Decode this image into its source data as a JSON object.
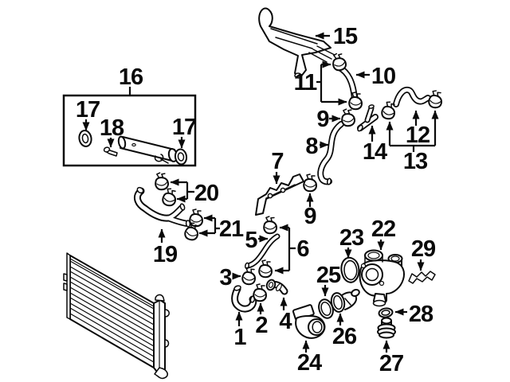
{
  "figure": {
    "kind": "exploded-parts-diagram",
    "ink": "#0a0a0a",
    "background": "#ffffff"
  },
  "callouts": [
    {
      "id": "15",
      "label": "15"
    },
    {
      "id": "16",
      "label": "16"
    },
    {
      "id": "17-left",
      "label": "17"
    },
    {
      "id": "18",
      "label": "18"
    },
    {
      "id": "17-right",
      "label": "17"
    },
    {
      "id": "11",
      "label": "11"
    },
    {
      "id": "10",
      "label": "10"
    },
    {
      "id": "9-upper",
      "label": "9"
    },
    {
      "id": "8",
      "label": "8"
    },
    {
      "id": "14",
      "label": "14"
    },
    {
      "id": "12",
      "label": "12"
    },
    {
      "id": "13",
      "label": "13"
    },
    {
      "id": "7",
      "label": "7"
    },
    {
      "id": "20",
      "label": "20"
    },
    {
      "id": "21",
      "label": "21"
    },
    {
      "id": "19",
      "label": "19"
    },
    {
      "id": "9-lower",
      "label": "9"
    },
    {
      "id": "5",
      "label": "5"
    },
    {
      "id": "6",
      "label": "6"
    },
    {
      "id": "3",
      "label": "3"
    },
    {
      "id": "23",
      "label": "23"
    },
    {
      "id": "22",
      "label": "22"
    },
    {
      "id": "29",
      "label": "29"
    },
    {
      "id": "25",
      "label": "25"
    },
    {
      "id": "1",
      "label": "1"
    },
    {
      "id": "2",
      "label": "2"
    },
    {
      "id": "4",
      "label": "4"
    },
    {
      "id": "24",
      "label": "24"
    },
    {
      "id": "26",
      "label": "26"
    },
    {
      "id": "28",
      "label": "28"
    },
    {
      "id": "27",
      "label": "27"
    }
  ]
}
